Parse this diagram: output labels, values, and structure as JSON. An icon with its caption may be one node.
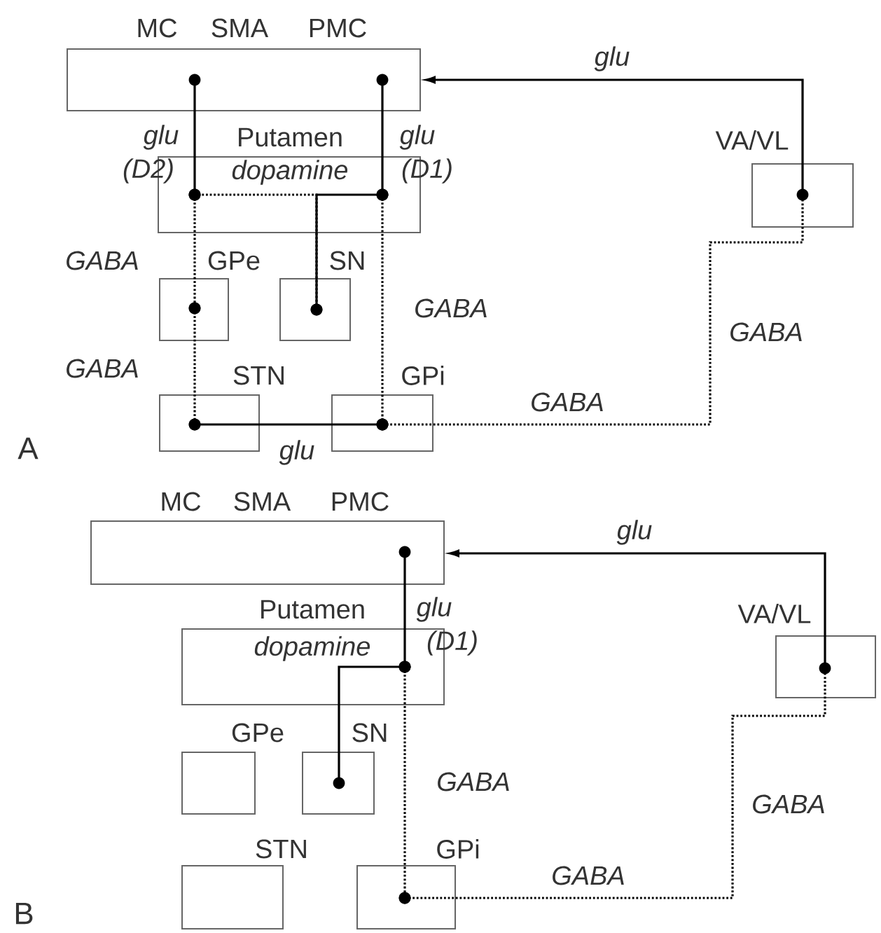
{
  "diagram": {
    "nodes": [
      {
        "text": [
          "MC",
          "SMA",
          "PMC"
        ]
      },
      {
        "text": [
          "Putamen"
        ]
      },
      {
        "text": [
          "GPe"
        ]
      },
      {
        "text": [
          "SN"
        ]
      },
      {
        "text": [
          "STN"
        ]
      },
      {
        "text": [
          "GPi"
        ]
      },
      {
        "text": [
          "VA/VL"
        ]
      },
      {
        "text": [
          "MC",
          "SMA",
          "PMC"
        ]
      },
      {
        "text": [
          "Putamen"
        ]
      },
      {
        "text": [
          "GPe"
        ]
      },
      {
        "text": [
          "SN"
        ]
      },
      {
        "text": [
          "STN"
        ]
      },
      {
        "text": [
          "GPi"
        ]
      },
      {
        "text": [
          "VA/VL"
        ]
      }
    ],
    "edges": [
      {
        "from": 0,
        "to": 1,
        "arrow": "other",
        "label": "glu"
      },
      {
        "from": 0,
        "to": 1,
        "arrow": "other",
        "label": "glu"
      },
      {
        "from": 3,
        "to": 1,
        "arrow": "other",
        "label": "dopamine"
      },
      {
        "from": 3,
        "to": 1,
        "arrow": "other",
        "style": "dashed"
      },
      {
        "from": 1,
        "to": 2,
        "arrow": "other",
        "style": "dashed",
        "label": "GABA"
      },
      {
        "from": 2,
        "to": 4,
        "arrow": "other",
        "style": "dashed",
        "label": "GABA"
      },
      {
        "from": 1,
        "to": 5,
        "arrow": "other",
        "style": "dashed",
        "label": "GABA"
      },
      {
        "from": 4,
        "to": 5,
        "arrow": "other",
        "label": "glu"
      },
      {
        "from": 5,
        "to": 6,
        "arrow": "other",
        "style": "dashed",
        "label": "GABA"
      },
      {
        "from": 6,
        "to": 0,
        "arrow": "to",
        "label": "glu"
      },
      {
        "from": 7,
        "to": 8,
        "arrow": "other",
        "label": "glu"
      },
      {
        "from": 10,
        "to": 8,
        "arrow": "other",
        "label": "dopamine"
      },
      {
        "from": 8,
        "to": 12,
        "arrow": "other",
        "style": "dashed",
        "label": "GABA"
      },
      {
        "from": 12,
        "to": 13,
        "arrow": "other",
        "style": "dashed",
        "label": "GABA"
      },
      {
        "from": 13,
        "to": 7,
        "arrow": "to",
        "label": "glu"
      }
    ],
    "labels": [
      "(D2)",
      "(D1)",
      "GABA",
      "A",
      "(D1)",
      "GABA",
      "B"
    ]
  }
}
